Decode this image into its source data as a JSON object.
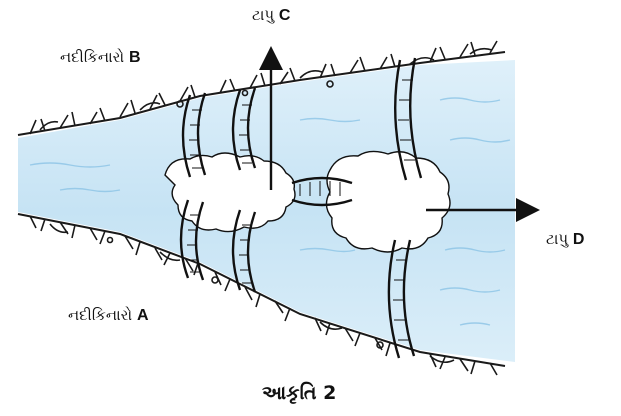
{
  "labels": {
    "bank_b_text": "નદીકિનારો",
    "bank_b_letter": "B",
    "bank_a_text": "નદીકિનારો",
    "bank_a_letter": "A",
    "island_c_text": "ટાપુ",
    "island_c_letter": "C",
    "island_d_text": "ટાપુ",
    "island_d_letter": "D"
  },
  "caption": "આકૃતિ 2",
  "colors": {
    "water": "#cfe7f5",
    "water_dark": "#a9d3ee",
    "ink": "#111111",
    "grass": "#1a1a1a"
  }
}
